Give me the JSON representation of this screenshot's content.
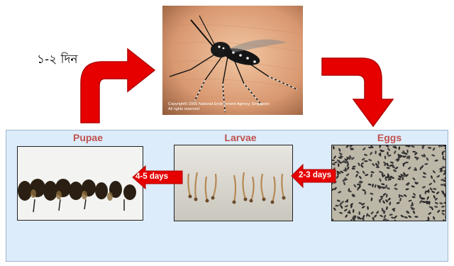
{
  "cycle_label": "১-২ দিন",
  "mosquito": {
    "caption_line1": "Copyright© 2005 National Environment Agency, Singapore",
    "caption_line2": "All rights reserved"
  },
  "stages": [
    {
      "label": "Pupae"
    },
    {
      "label": "Larvae"
    },
    {
      "label": "Eggs"
    }
  ],
  "transitions": [
    {
      "label": "4-5 days"
    },
    {
      "label": "2-3 days"
    }
  ],
  "colors": {
    "arrow": "#e60000",
    "stage_label": "#c0504d",
    "panel_bg": "#dcecfb"
  }
}
